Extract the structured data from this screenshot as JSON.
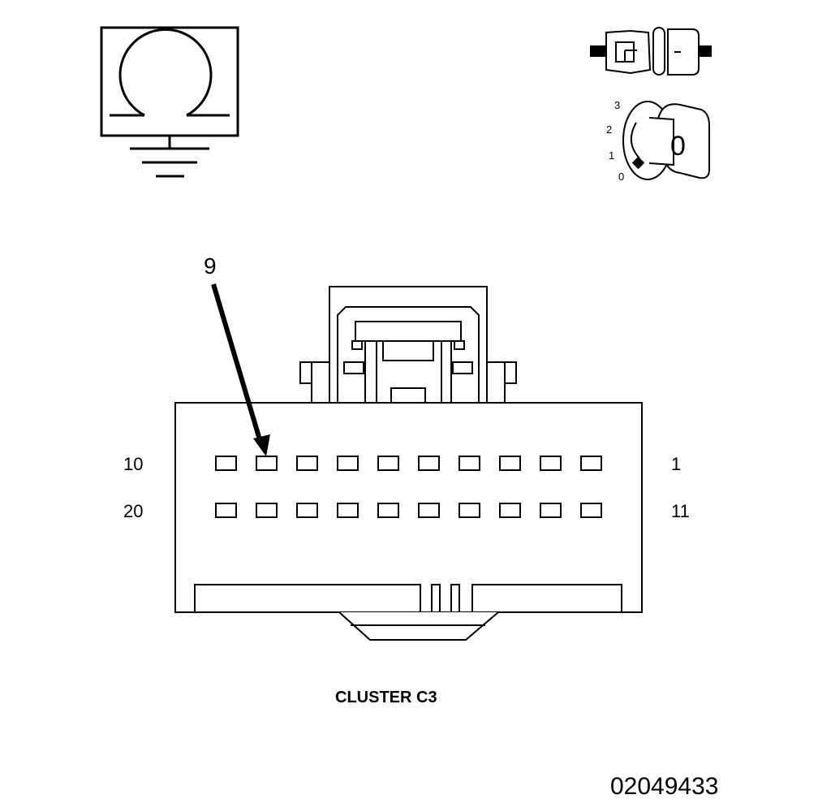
{
  "meter_icon": {
    "name": "ohmmeter-ground-icon"
  },
  "connector_icon": {
    "name": "disconnected-connector-icon"
  },
  "ignition_icon": {
    "name": "ignition-key-off-icon",
    "positions": [
      "3",
      "2",
      "1",
      "0"
    ],
    "key_label": "0"
  },
  "connector": {
    "callout_label": "9",
    "row1_left_label": "10",
    "row1_right_label": "1",
    "row2_left_label": "20",
    "row2_right_label": "11",
    "pins_per_row": 10,
    "rows": 2,
    "highlighted_pin": 9
  },
  "caption": "CLUSTER C3",
  "figure_number": "02049433"
}
